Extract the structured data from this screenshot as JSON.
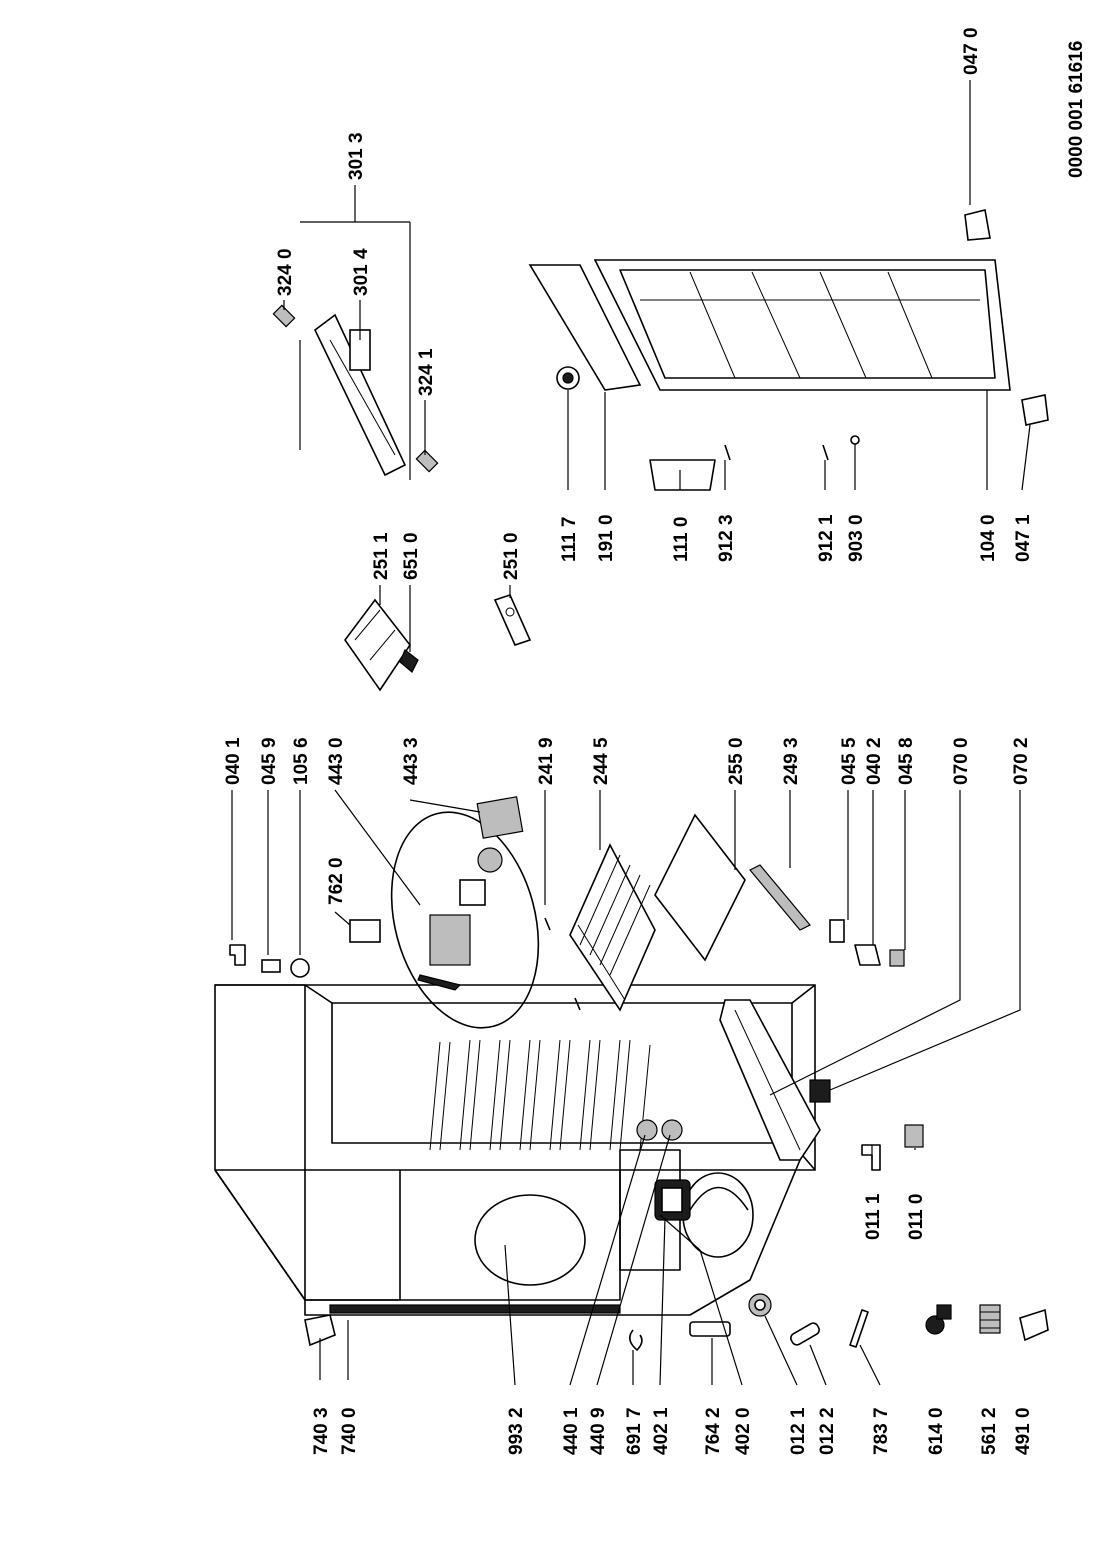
{
  "drawing_number": "0000 001 61616",
  "labels": [
    {
      "key": "740_3",
      "text": "740 3"
    },
    {
      "key": "740_0",
      "text": "740 0"
    },
    {
      "key": "993_2",
      "text": "993 2"
    },
    {
      "key": "440_1",
      "text": "440 1"
    },
    {
      "key": "440_9",
      "text": "440 9"
    },
    {
      "key": "691_7",
      "text": "691 7"
    },
    {
      "key": "402_1",
      "text": "402 1"
    },
    {
      "key": "764_2",
      "text": "764 2"
    },
    {
      "key": "402_0",
      "text": "402 0"
    },
    {
      "key": "012_1",
      "text": "012 1"
    },
    {
      "key": "012_2",
      "text": "012 2"
    },
    {
      "key": "783_7",
      "text": "783 7"
    },
    {
      "key": "614_0",
      "text": "614 0"
    },
    {
      "key": "561_2",
      "text": "561 2"
    },
    {
      "key": "491_0",
      "text": "491 0"
    },
    {
      "key": "011_1",
      "text": "011 1"
    },
    {
      "key": "011_0",
      "text": "011 0"
    },
    {
      "key": "040_1",
      "text": "040 1"
    },
    {
      "key": "045_9",
      "text": "045 9"
    },
    {
      "key": "105_6",
      "text": "105 6"
    },
    {
      "key": "443_0",
      "text": "443 0"
    },
    {
      "key": "762_0",
      "text": "762 0"
    },
    {
      "key": "443_3",
      "text": "443 3"
    },
    {
      "key": "241_9",
      "text": "241 9"
    },
    {
      "key": "244_5",
      "text": "244 5"
    },
    {
      "key": "255_0",
      "text": "255 0"
    },
    {
      "key": "249_3",
      "text": "249 3"
    },
    {
      "key": "045_5",
      "text": "045 5"
    },
    {
      "key": "040_2",
      "text": "040 2"
    },
    {
      "key": "045_8",
      "text": "045 8"
    },
    {
      "key": "070_0",
      "text": "070 0"
    },
    {
      "key": "070_2",
      "text": "070 2"
    },
    {
      "key": "251_1",
      "text": "251 1"
    },
    {
      "key": "651_0",
      "text": "651 0"
    },
    {
      "key": "251_0",
      "text": "251 0"
    },
    {
      "key": "324_0",
      "text": "324 0"
    },
    {
      "key": "301_4",
      "text": "301 4"
    },
    {
      "key": "301_3",
      "text": "301 3"
    },
    {
      "key": "324_1",
      "text": "324 1"
    },
    {
      "key": "111_7",
      "text": "111 7"
    },
    {
      "key": "191_0",
      "text": "191 0"
    },
    {
      "key": "111_0",
      "text": "111 0"
    },
    {
      "key": "912_3",
      "text": "912 3"
    },
    {
      "key": "912_1",
      "text": "912 1"
    },
    {
      "key": "903_0",
      "text": "903 0"
    },
    {
      "key": "104_0",
      "text": "104 0"
    },
    {
      "key": "047_1",
      "text": "047 1"
    },
    {
      "key": "047_0",
      "text": "047 0"
    }
  ]
}
